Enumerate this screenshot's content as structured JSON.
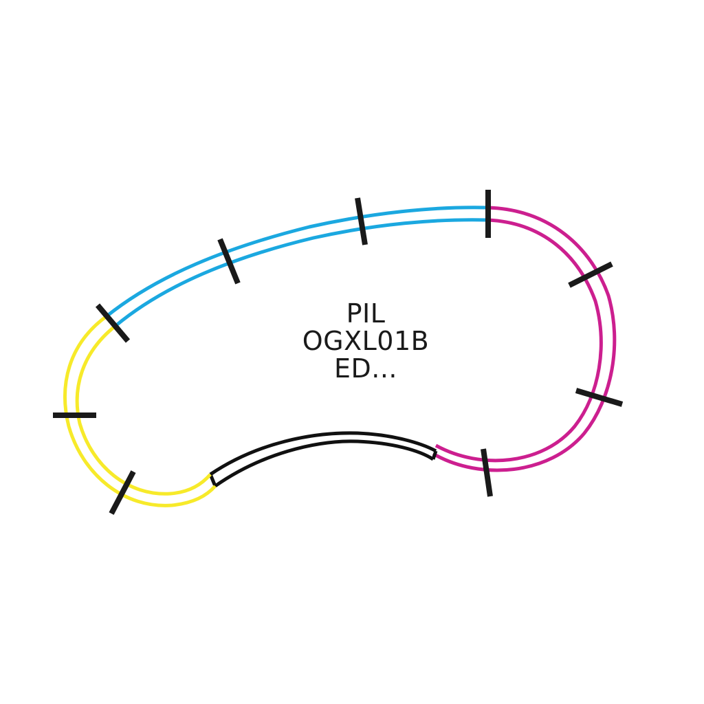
{
  "label": {
    "lines": [
      "PIL",
      "OGXL01B",
      "ED..."
    ]
  },
  "segments": [
    {
      "name": "blue",
      "color": "#1ba8e0"
    },
    {
      "name": "magenta",
      "color": "#cc1f8f"
    },
    {
      "name": "black",
      "color": "#111111"
    },
    {
      "name": "yellow",
      "color": "#f7ea2a"
    }
  ],
  "tick_color": "#1a1a1a"
}
